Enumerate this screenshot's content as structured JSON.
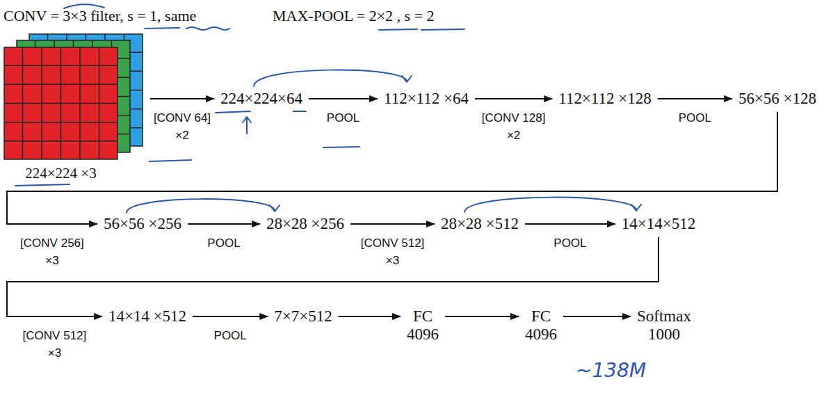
{
  "diagram": {
    "nodes": [
      {
        "text": [
          "224×224 ×3"
        ]
      },
      {
        "text": [
          "224×224×64"
        ]
      },
      {
        "text": [
          "112×112 ×64"
        ]
      },
      {
        "text": [
          "112×112 ×128"
        ]
      },
      {
        "text": [
          "56×56 ×128"
        ]
      },
      {
        "text": [
          "56×56 ×256"
        ]
      },
      {
        "text": [
          "28×28 ×256"
        ]
      },
      {
        "text": [
          "28×28 ×512"
        ]
      },
      {
        "text": [
          "14×14×512"
        ]
      },
      {
        "text": [
          "14×14 ×512"
        ]
      },
      {
        "text": [
          "7×7×512"
        ]
      },
      {
        "text": [
          "FC",
          "4096"
        ]
      },
      {
        "text": [
          "FC",
          "4096"
        ]
      },
      {
        "text": [
          "Softmax",
          "1000"
        ]
      }
    ],
    "edges": [
      {
        "from": 0,
        "to": 1,
        "label": "[CONV 64] ×2",
        "arrow": "to"
      },
      {
        "from": 1,
        "to": 2,
        "label": "POOL",
        "arrow": "to"
      },
      {
        "from": 2,
        "to": 3,
        "label": "[CONV 128] ×2",
        "arrow": "to"
      },
      {
        "from": 3,
        "to": 4,
        "label": "POOL",
        "arrow": "to"
      },
      {
        "from": 4,
        "to": 5,
        "label": "[CONV 256] ×3",
        "arrow": "to"
      },
      {
        "from": 5,
        "to": 6,
        "label": "POOL",
        "arrow": "to"
      },
      {
        "from": 6,
        "to": 7,
        "label": "[CONV 512] ×3",
        "arrow": "to"
      },
      {
        "from": 7,
        "to": 8,
        "label": "POOL",
        "arrow": "to"
      },
      {
        "from": 8,
        "to": 9,
        "label": "[CONV 512] ×3",
        "arrow": "to"
      },
      {
        "from": 9,
        "to": 10,
        "label": "POOL",
        "arrow": "to"
      },
      {
        "from": 10,
        "to": 11,
        "arrow": "to"
      },
      {
        "from": 11,
        "to": 12,
        "arrow": "to"
      },
      {
        "from": 12,
        "to": 13,
        "arrow": "to"
      }
    ],
    "labels": [
      "CONV = 3×3 filter, s = 1, same",
      "MAX-POOL = 2×2 , s = 2",
      "~138M"
    ]
  }
}
